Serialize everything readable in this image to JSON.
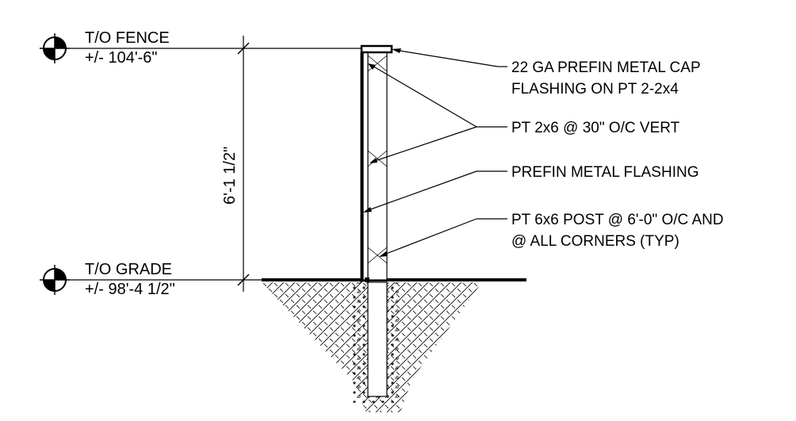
{
  "levels": {
    "fence": {
      "name": "T/O FENCE",
      "elevation": "+/- 104'-6\""
    },
    "grade": {
      "name": "T/O GRADE",
      "elevation": "+/- 98'-4 1/2\""
    }
  },
  "dimension": "6'-1 1/2\"",
  "notes": [
    {
      "id": "cap",
      "line1": "22 GA PREFIN METAL CAP",
      "line2": "FLASHING ON PT 2-2x4"
    },
    {
      "id": "vert",
      "line1": "PT 2x6 @ 30\" O/C VERT"
    },
    {
      "id": "flash",
      "line1": "PREFIN METAL FLASHING"
    },
    {
      "id": "post",
      "line1": "PT 6x6 POST @ 6'-0\" O/C AND",
      "line2": "@ ALL CORNERS (TYP)"
    }
  ]
}
